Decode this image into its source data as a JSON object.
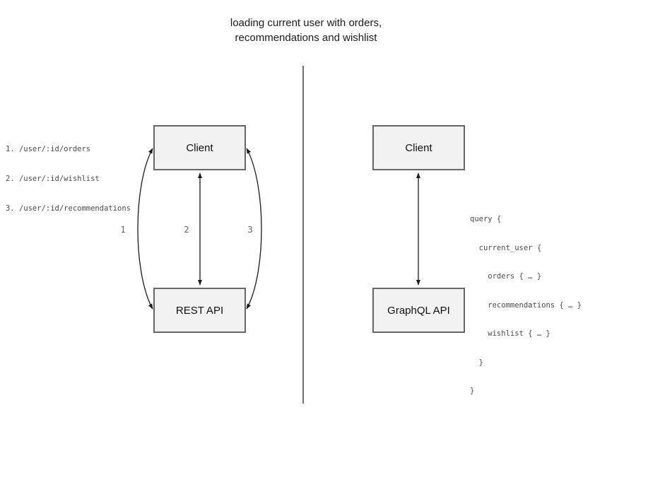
{
  "title": {
    "line1": "loading current user with orders,",
    "line2": "recommendations and wishlist"
  },
  "rest_panel": {
    "endpoints": [
      "1. /user/:id/orders",
      "2. /user/:id/wishlist",
      "3. /user/:id/recommendations"
    ],
    "client_label": "Client",
    "api_label": "REST API",
    "arrow_labels": [
      "1",
      "2",
      "3"
    ]
  },
  "graphql_panel": {
    "client_label": "Client",
    "api_label": "GraphQL API",
    "query_lines": [
      "query {",
      "  current_user {",
      "    orders { … }",
      "    recommendations { … }",
      "    wishlist { … }",
      "  }",
      "}"
    ]
  },
  "colors": {
    "box_fill": "#f2f2f2",
    "box_border": "#666666",
    "arrow": "#1a1a1a",
    "divider": "#707070",
    "code_text": "#4a4a4a",
    "label_text": "#666666"
  }
}
